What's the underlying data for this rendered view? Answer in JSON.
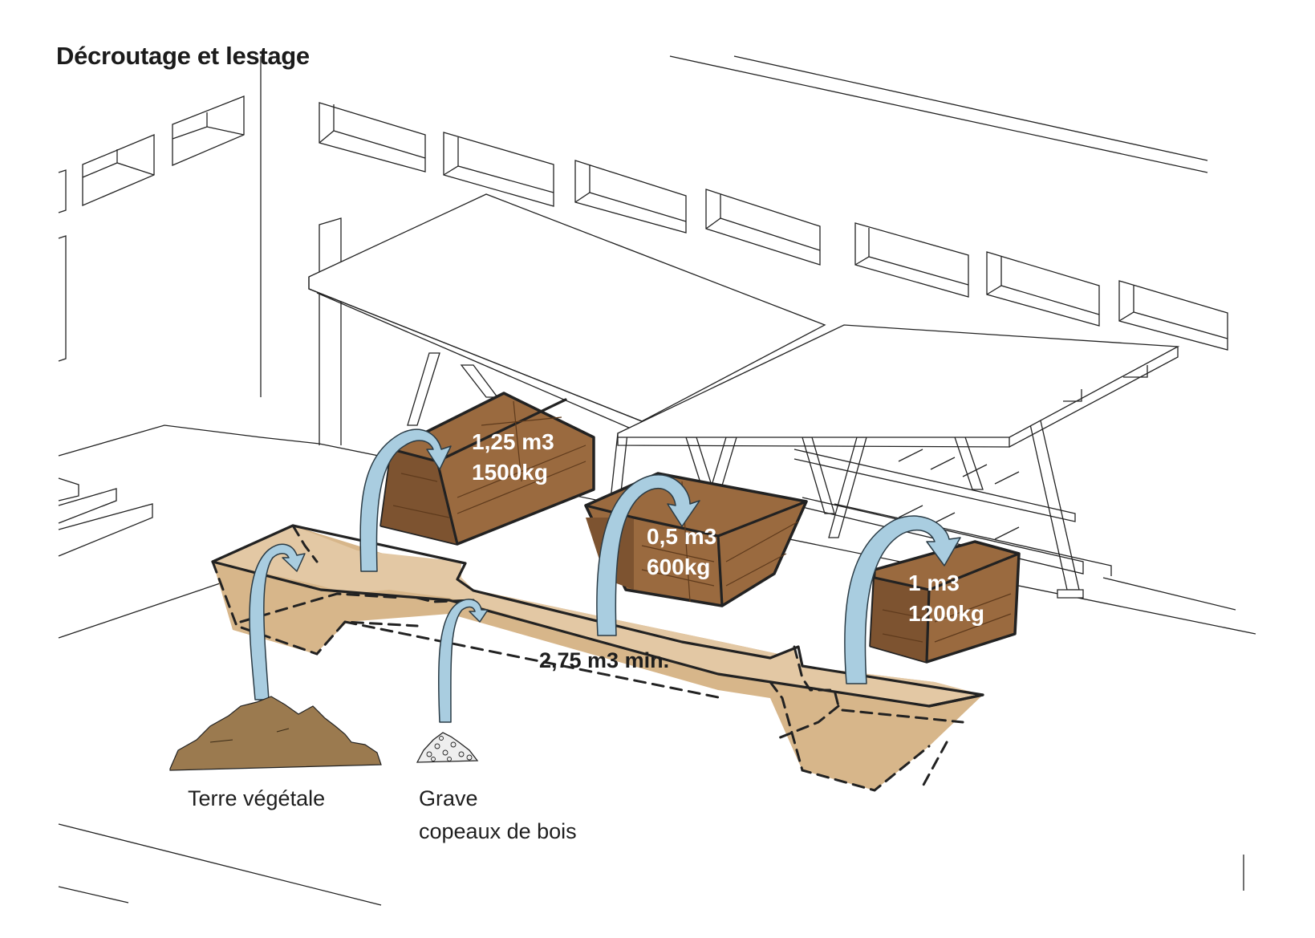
{
  "title": "Décroutage et lestage",
  "colors": {
    "wood_box": "#9a6a3f",
    "wood_box_dark": "#7d5330",
    "trench_top": "#e3c8a4",
    "trench_side": "#d7b68a",
    "arrow": "#a9cde0",
    "topsoil": "#9b7a4f",
    "outline": "#222222",
    "background": "#ffffff"
  },
  "boxes": [
    {
      "id": "box-left",
      "volume": "1,25 m3",
      "weight": "1500kg"
    },
    {
      "id": "box-middle",
      "volume": "0,5 m3",
      "weight": "600kg"
    },
    {
      "id": "box-right",
      "volume": "1 m3",
      "weight": "1200kg"
    }
  ],
  "trench": {
    "label": "2,75 m3 min."
  },
  "materials": [
    {
      "id": "topsoil",
      "icon": "soil-pile-icon",
      "lines": [
        "Terre végétale"
      ]
    },
    {
      "id": "gravel",
      "icon": "gravel-pile-icon",
      "lines": [
        "Grave",
        "copeaux de bois"
      ]
    }
  ]
}
